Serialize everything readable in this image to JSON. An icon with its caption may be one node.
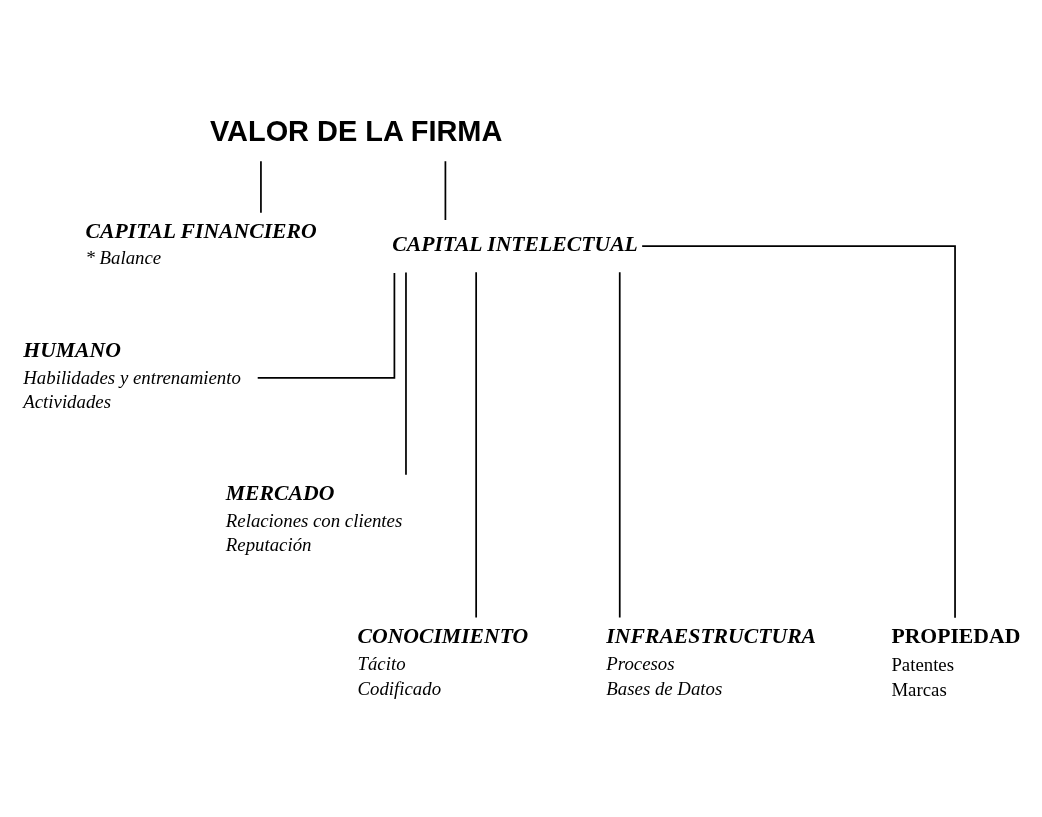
{
  "diagram": {
    "nodes": [
      {
        "text": [
          "VALOR DE LA FIRMA"
        ]
      },
      {
        "text": [
          "CAPITAL FINANCIERO",
          "* Balance"
        ]
      },
      {
        "text": [
          "CAPITAL INTELECTUAL"
        ]
      },
      {
        "text": [
          "HUMANO",
          "Habilidades y entrenamiento",
          "Actividades"
        ]
      },
      {
        "text": [
          "MERCADO",
          "Relaciones con clientes",
          "Reputación"
        ]
      },
      {
        "text": [
          "CONOCIMIENTO",
          "Tácito",
          "Codificado"
        ]
      },
      {
        "text": [
          "INFRAESTRUCTURA",
          "Procesos",
          "Bases de Datos"
        ]
      },
      {
        "text": [
          "PROPIEDAD",
          "Patentes",
          "Marcas"
        ]
      }
    ],
    "edges": [
      {
        "from": 0,
        "to": 1,
        "arrow": "none"
      },
      {
        "from": 0,
        "to": 2,
        "arrow": "none"
      },
      {
        "from": 2,
        "to": 3,
        "arrow": "none"
      },
      {
        "from": 2,
        "to": 4,
        "arrow": "none"
      },
      {
        "from": 2,
        "to": 5,
        "arrow": "none"
      },
      {
        "from": 2,
        "to": 6,
        "arrow": "none"
      },
      {
        "from": 2,
        "to": 7,
        "arrow": "none"
      }
    ]
  }
}
